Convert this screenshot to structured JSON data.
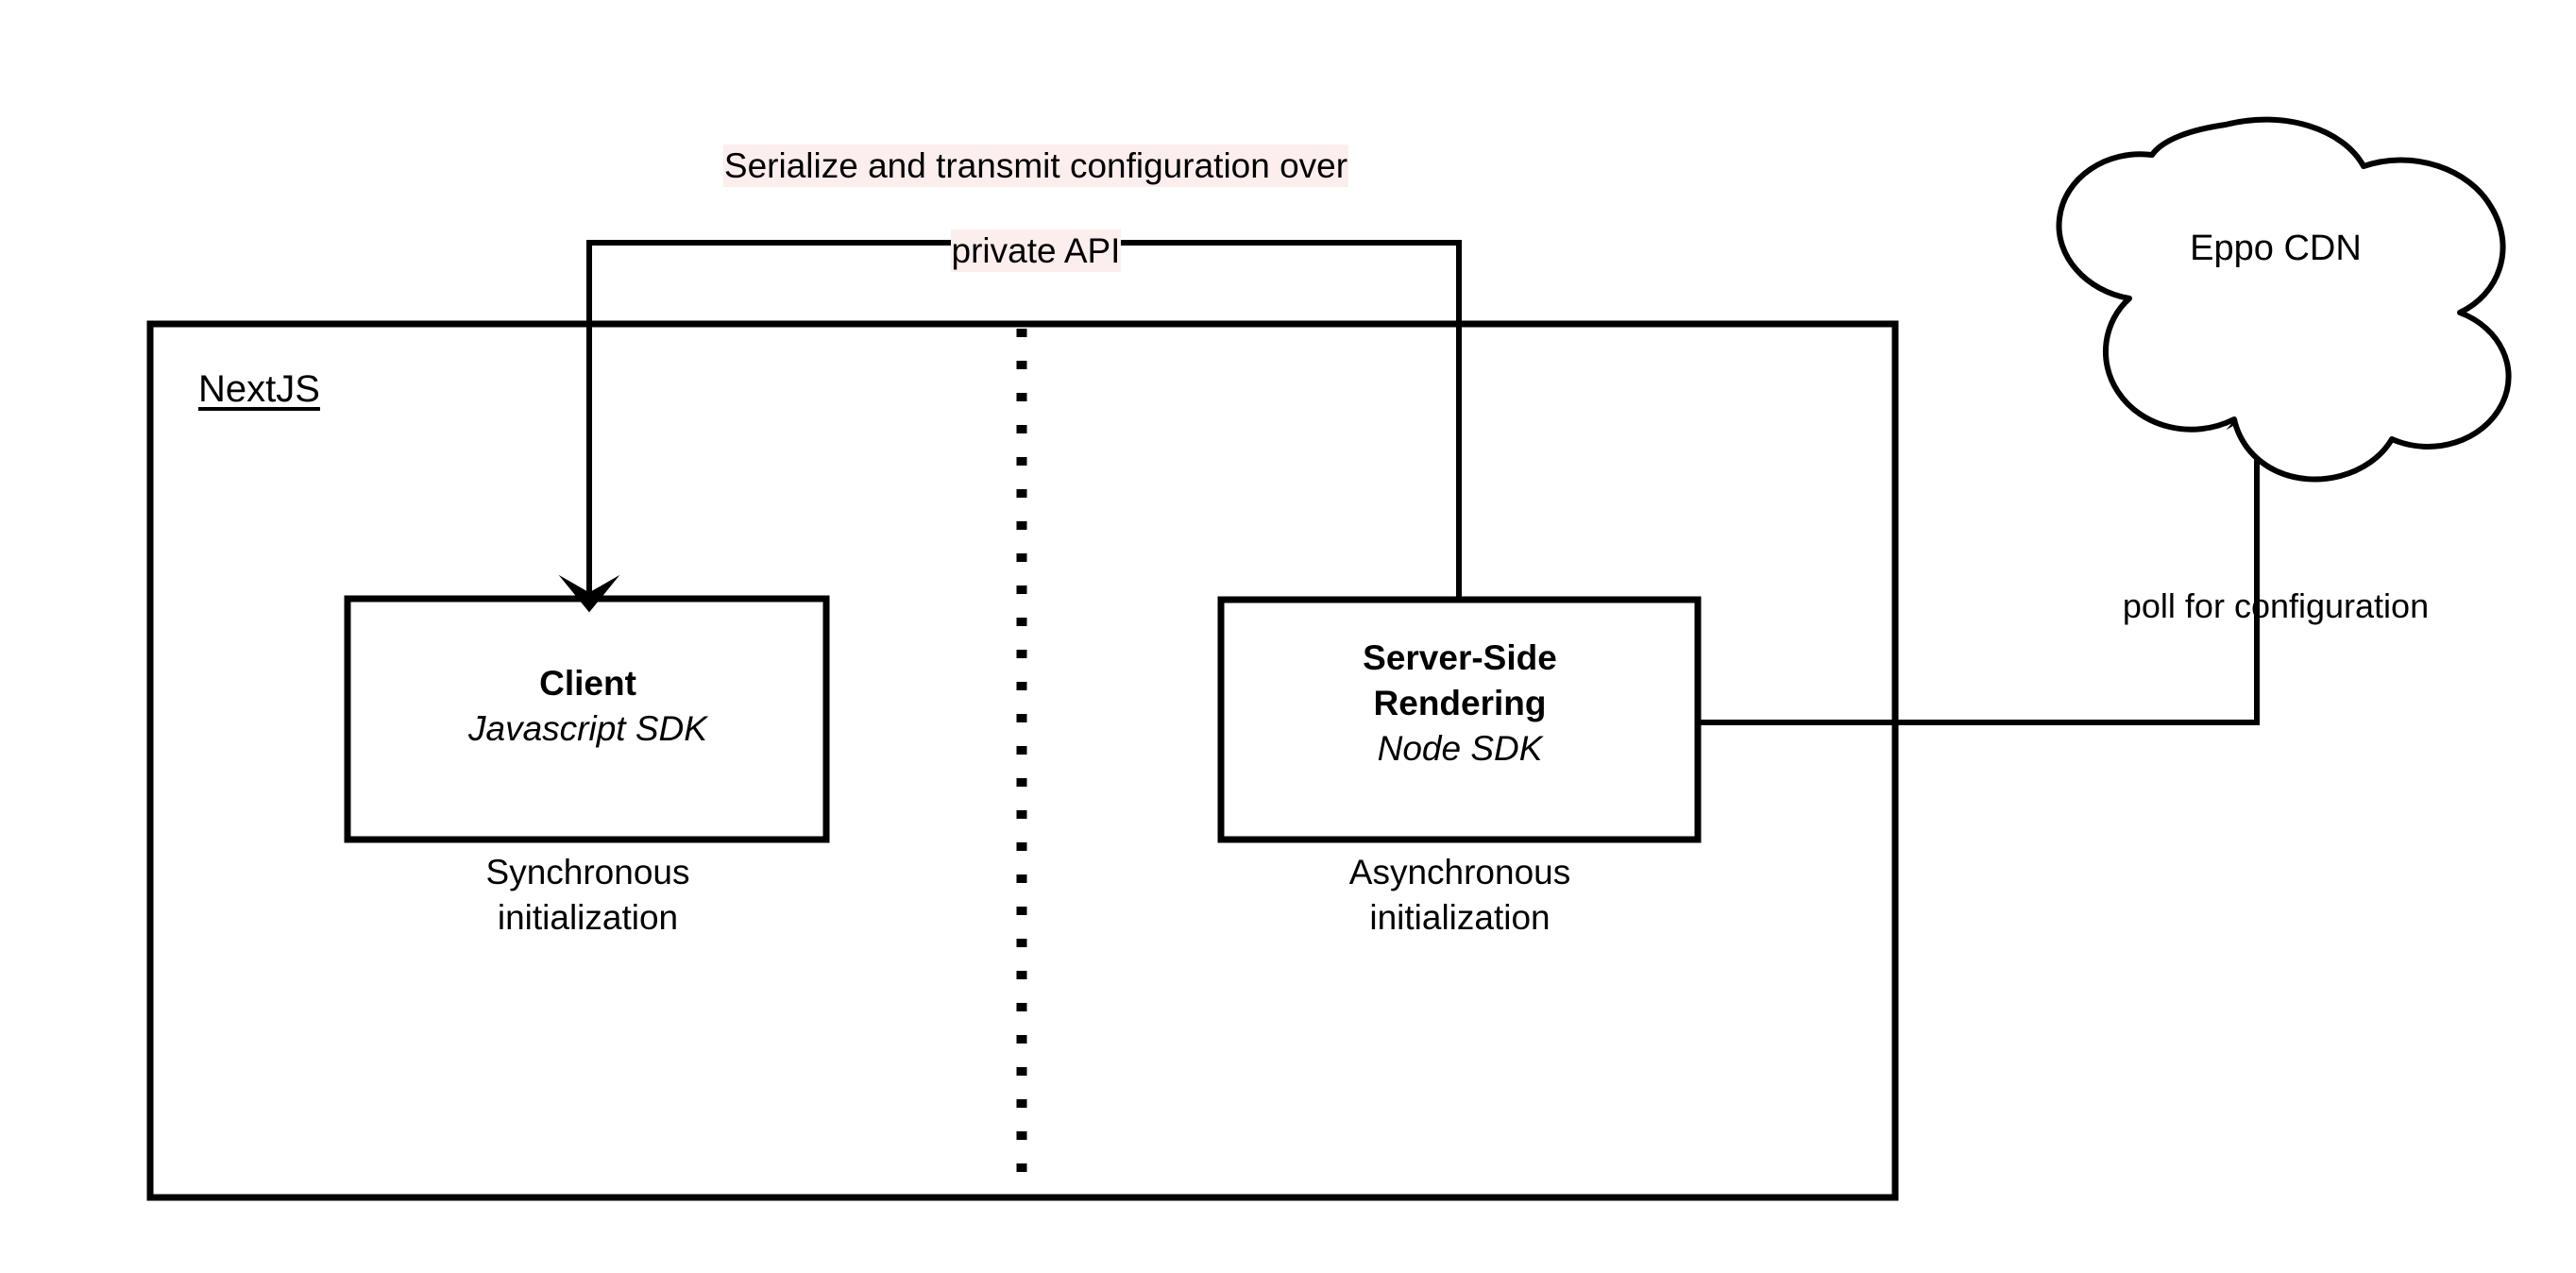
{
  "diagram": {
    "title_note": "Serialize and transmit configuration over private API",
    "top_label": {
      "line1": "Serialize and transmit configuration over",
      "line2": "private API",
      "highlight_color": "#fdeeee"
    },
    "container": {
      "label": "NextJS",
      "border_color": "#000000"
    },
    "nodes": [
      {
        "id": "client",
        "title": "Client",
        "subtitle": "Javascript SDK",
        "caption_line1": "Synchronous",
        "caption_line2": "initialization"
      },
      {
        "id": "ssr",
        "title_line1": "Server-Side",
        "title_line2": "Rendering",
        "subtitle": "Node SDK",
        "caption_line1": "Asynchronous",
        "caption_line2": "initialization"
      }
    ],
    "cloud": {
      "label": "Eppo CDN"
    },
    "edges": [
      {
        "id": "poll-edge",
        "label": "poll for configuration",
        "from": "ssr",
        "to": "cloud"
      },
      {
        "id": "serialize-edge",
        "label": "Serialize and transmit configuration over private API",
        "from": "ssr",
        "to": "client"
      }
    ]
  }
}
